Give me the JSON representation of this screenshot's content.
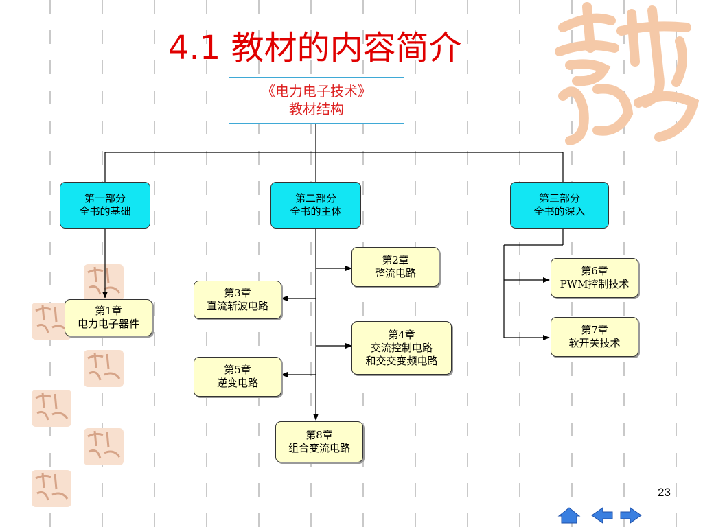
{
  "slide": {
    "title": "4.1 教材的内容简介",
    "page_number": "23"
  },
  "diagram": {
    "root": {
      "line1": "《电力电子技术》",
      "line2": "教材结构"
    },
    "parts": [
      {
        "line1": "第一部分",
        "line2": "全书的基础"
      },
      {
        "line1": "第二部分",
        "line2": "全书的主体"
      },
      {
        "line1": "第三部分",
        "line2": "全书的深入"
      }
    ],
    "chapters": {
      "ch1": {
        "line1": "第1章",
        "line2": "电力电子器件"
      },
      "ch2": {
        "line1": "第2章",
        "line2": "整流电路"
      },
      "ch3": {
        "line1": "第3章",
        "line2": "直流斩波电路"
      },
      "ch4": {
        "line1": "第4章",
        "line2": "交流控制电路",
        "line3": "和交交变频电路"
      },
      "ch5": {
        "line1": "第5章",
        "line2": "逆变电路"
      },
      "ch6": {
        "line1": "第6章",
        "line2": "PWM控制技术"
      },
      "ch7": {
        "line1": "第7章",
        "line2": "软开关技术"
      },
      "ch8": {
        "line1": "第8章",
        "line2": "组合变流电路"
      }
    }
  },
  "navigation": {
    "home_icon": "home-icon",
    "prev_icon": "arrow-left-icon",
    "next_icon": "arrow-right-icon",
    "color": "#3a7fe0"
  },
  "colors": {
    "title": "#e00000",
    "part_fill": "#12e6f3",
    "chapter_fill": "#ffffcc",
    "decoration": "#f5c9a8"
  }
}
